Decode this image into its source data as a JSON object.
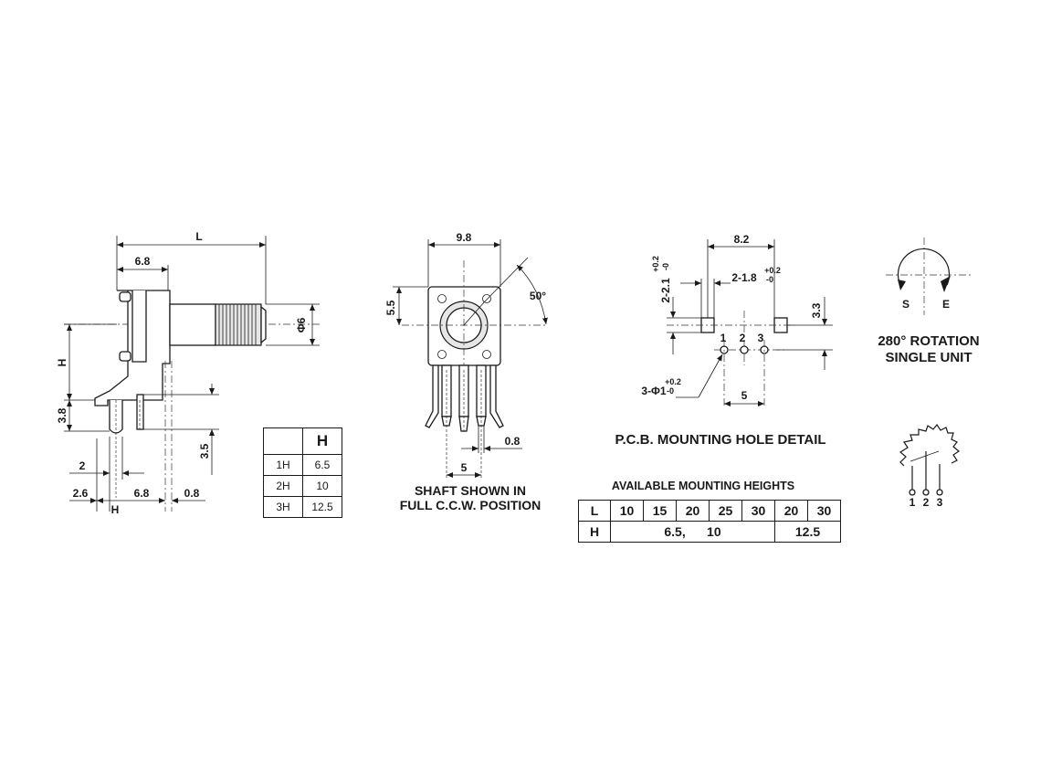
{
  "side_view": {
    "dims": {
      "L": "L",
      "d68_top": "6.8",
      "H": "H",
      "d38": "3.8",
      "d35": "3.5",
      "d2": "2",
      "d26": "2.6",
      "d68_bottom": "6.8",
      "d08": "0.8",
      "H_bottom": "H",
      "phi6": "Φ6"
    }
  },
  "height_table": {
    "header": [
      "",
      "H"
    ],
    "rows": [
      [
        "1H",
        "6.5"
      ],
      [
        "2H",
        "10"
      ],
      [
        "3H",
        "12.5"
      ]
    ]
  },
  "front_view": {
    "dims": {
      "d98": "9.8",
      "d55": "5.5",
      "angle": "50°",
      "d08": "0.8",
      "d5": "5"
    },
    "caption_line1": "SHAFT SHOWN IN",
    "caption_line2": "FULL C.C.W. POSITION"
  },
  "pcb_detail": {
    "dims": {
      "d82": "8.2",
      "slot_w": "2-1.8",
      "slot_w_tol_top": "+0.2",
      "slot_w_tol_bot": "-0",
      "slot_h": "2-2.1",
      "slot_h_tol_top": "+0.2",
      "slot_h_tol_bot": "-0",
      "d33": "3.3",
      "hole": "3-Φ1",
      "hole_tol_top": "+0.2",
      "hole_tol_bot": "-0",
      "pitch": "5"
    },
    "pins": [
      "1",
      "2",
      "3"
    ],
    "title": "P.C.B. MOUNTING HOLE DETAIL"
  },
  "rotation": {
    "S": "S",
    "E": "E",
    "line1": "280° ROTATION",
    "line2": "SINGLE UNIT"
  },
  "schematic": {
    "pins": [
      "1",
      "2",
      "3"
    ]
  },
  "mounting": {
    "title": "AVAILABLE MOUNTING HEIGHTS",
    "L_label": "L",
    "L_values": [
      "10",
      "15",
      "20",
      "25",
      "30",
      "20",
      "30"
    ],
    "H_label": "H",
    "H_group1": "6.5,      10",
    "H_group2": "12.5"
  }
}
